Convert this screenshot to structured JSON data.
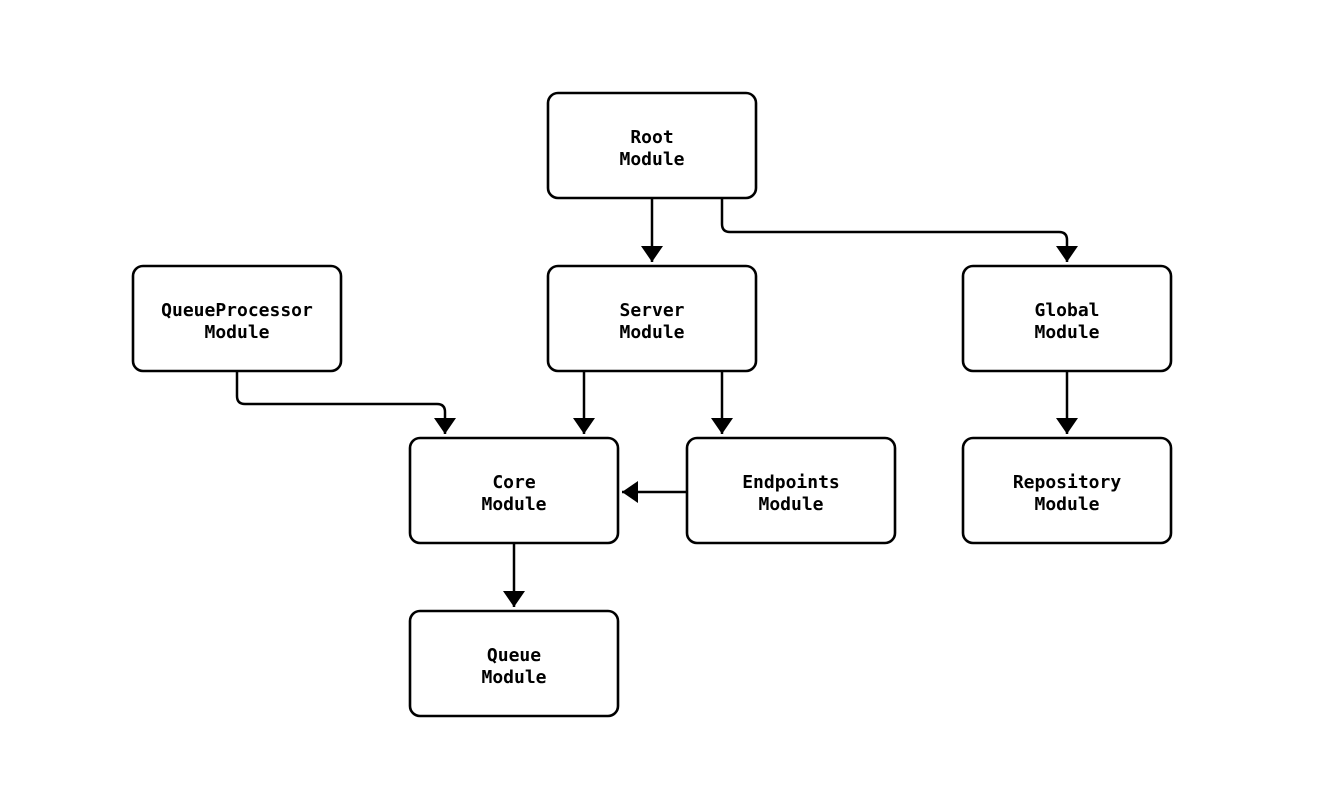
{
  "diagram": {
    "kind": "module-dependency-graph",
    "colors": {
      "background": "#ffffff",
      "node_fill": "#ffffff",
      "stroke": "#000000",
      "text": "#000000"
    },
    "nodes": {
      "root": {
        "label": "Root Module",
        "lines": [
          "Root",
          "Module"
        ]
      },
      "queue_processor": {
        "label": "QueueProcessor Module",
        "lines": [
          "QueueProcessor",
          "Module"
        ]
      },
      "server": {
        "label": "Server Module",
        "lines": [
          "Server",
          "Module"
        ]
      },
      "global": {
        "label": "Global Module",
        "lines": [
          "Global",
          "Module"
        ]
      },
      "core": {
        "label": "Core Module",
        "lines": [
          "Core",
          "Module"
        ]
      },
      "endpoints": {
        "label": "Endpoints Module",
        "lines": [
          "Endpoints",
          "Module"
        ]
      },
      "repository": {
        "label": "Repository Module",
        "lines": [
          "Repository",
          "Module"
        ]
      },
      "queue": {
        "label": "Queue Module",
        "lines": [
          "Queue",
          "Module"
        ]
      }
    },
    "edges": [
      {
        "from": "Root Module",
        "to": "Server Module"
      },
      {
        "from": "Root Module",
        "to": "Global Module"
      },
      {
        "from": "QueueProcessor Module",
        "to": "Core Module"
      },
      {
        "from": "Server Module",
        "to": "Core Module"
      },
      {
        "from": "Server Module",
        "to": "Endpoints Module"
      },
      {
        "from": "Endpoints Module",
        "to": "Core Module"
      },
      {
        "from": "Global Module",
        "to": "Repository Module"
      },
      {
        "from": "Core Module",
        "to": "Queue Module"
      }
    ]
  }
}
